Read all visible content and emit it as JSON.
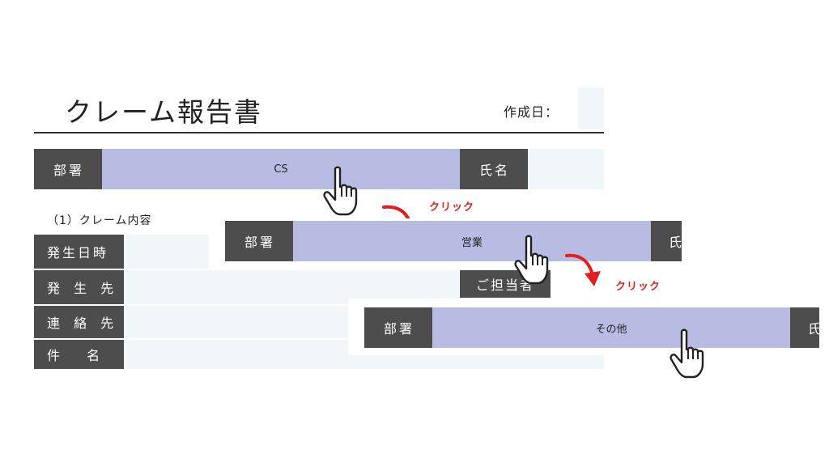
{
  "form": {
    "title": "クレーム報告書",
    "date_label": "作成日：",
    "dept_label": "部署",
    "dept_value": "CS",
    "name_label": "氏名",
    "section_title": "（1）クレーム内容",
    "rows": [
      {
        "label": "発生日時"
      },
      {
        "label": "発 生 先"
      },
      {
        "label": "連 絡 先"
      },
      {
        "label": "件 名"
      }
    ],
    "contact_label": "ご担当者"
  },
  "steps": [
    {
      "dept_label": "部署",
      "dept_value": "営業",
      "name_label_partial": "氏"
    },
    {
      "dept_label": "部署",
      "dept_value": "その他",
      "name_label_partial": "氏"
    }
  ],
  "annotations": {
    "click_1": "クリック",
    "click_2": "クリック",
    "arrow_color": "#e02020"
  },
  "icons": [
    "pointer-hand-icon",
    "curved-arrow-icon"
  ]
}
